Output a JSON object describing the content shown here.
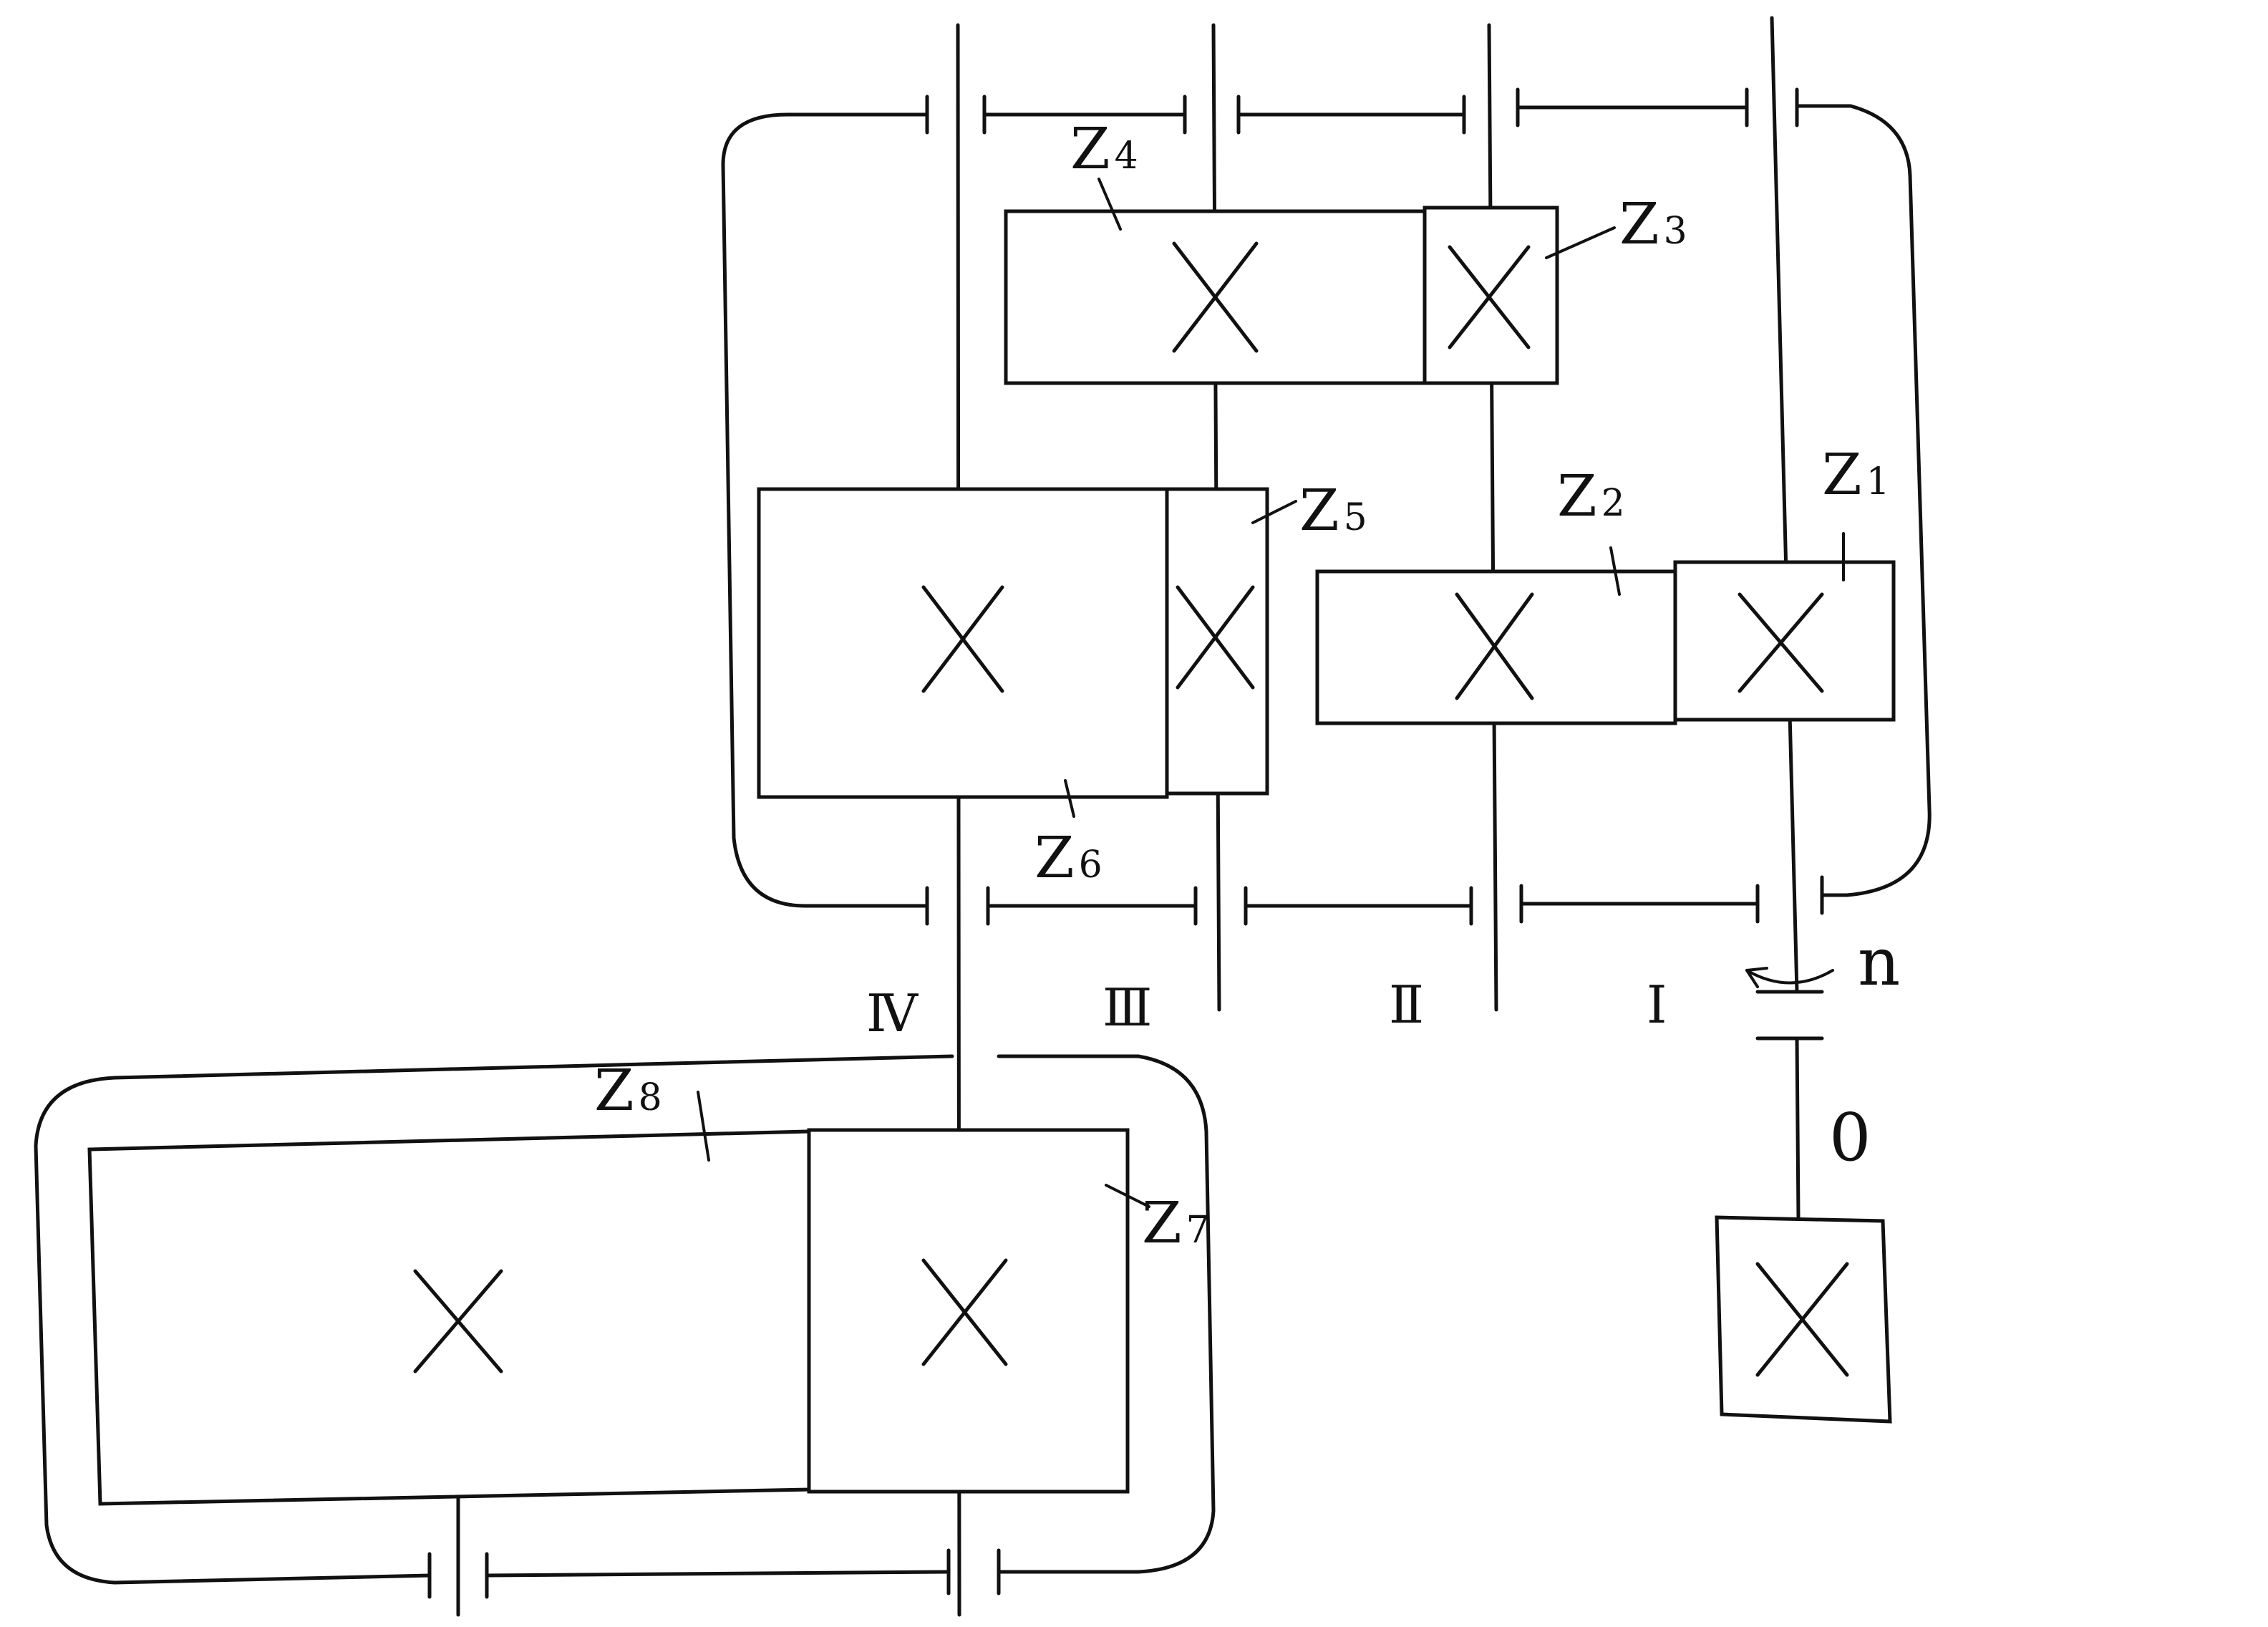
{
  "gears": [
    {
      "id": "z1",
      "letter": "Z",
      "num": "1"
    },
    {
      "id": "z2",
      "letter": "Z",
      "num": "2"
    },
    {
      "id": "z3",
      "letter": "Z",
      "num": "3"
    },
    {
      "id": "z4",
      "letter": "Z",
      "num": "4"
    },
    {
      "id": "z5",
      "letter": "Z",
      "num": "5"
    },
    {
      "id": "z6",
      "letter": "Z",
      "num": "6"
    },
    {
      "id": "z7",
      "letter": "Z",
      "num": "7"
    },
    {
      "id": "z8",
      "letter": "Z",
      "num": "8"
    }
  ],
  "shafts": [
    "Ⅰ",
    "Ⅱ",
    "Ⅲ",
    "Ⅳ"
  ],
  "input_speed_label": "n",
  "input_shaft_label": "0"
}
